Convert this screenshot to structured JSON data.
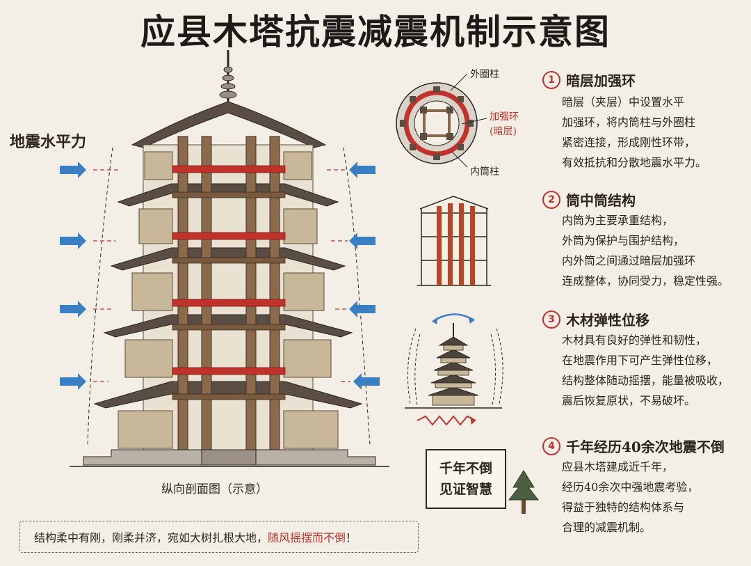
{
  "title": "应县木塔抗震减震机制示意图",
  "force_label": "地震水平力",
  "section_label": "纵向剖面图（示意）",
  "ring_diagram": {
    "outer_column_label": "外圈柱",
    "ring_label_line1": "加强环",
    "ring_label_line2": "(暗层)",
    "inner_column_label": "内筒柱"
  },
  "sections": [
    {
      "num": "1",
      "title": "暗层加强环",
      "lines": [
        "暗层（夹层）中设置水平",
        "加强环，将内筒柱与外圈柱",
        "紧密连接，形成刚性环带，",
        "有效抵抗和分散地震水平力。"
      ]
    },
    {
      "num": "2",
      "title": "筒中筒结构",
      "lines": [
        "内筒为主要承重结构，",
        "外筒为保护与围护结构，",
        "内外筒之间通过暗层加强环",
        "连成整体，协同受力，稳定性强。"
      ]
    },
    {
      "num": "3",
      "title": "木材弹性位移",
      "lines": [
        "木材具有良好的弹性和韧性，",
        "在地震作用下可产生弹性位移，",
        "结构整体随动摇摆，能量被吸收，",
        "震后恢复原状，不易破坏。"
      ]
    },
    {
      "num": "4",
      "title": "千年经历40余次地震不倒",
      "lines": [
        "应县木塔建成近千年，",
        "经历40余次中强地震考验，",
        "得益于独特的结构体系与",
        "合理的减震机制。"
      ]
    }
  ],
  "sign": {
    "line1": "千年不倒",
    "line2": "见证智慧"
  },
  "footer": {
    "text": "结构柔中有刚，刚柔并济，宛如大树扎根大地，",
    "highlight": "随风摇摆而不倒",
    "end": "！"
  },
  "colors": {
    "accent_red": "#c0322b",
    "arrow_blue": "#3a7fc4",
    "wood": "#8a6a4a",
    "ink": "#2b2420",
    "paper": "#f3efe6"
  },
  "icons": [
    "force-arrow-icon",
    "pine-tree-icon",
    "pagoda-icon",
    "wave-icon",
    "sway-arrow-icon"
  ]
}
